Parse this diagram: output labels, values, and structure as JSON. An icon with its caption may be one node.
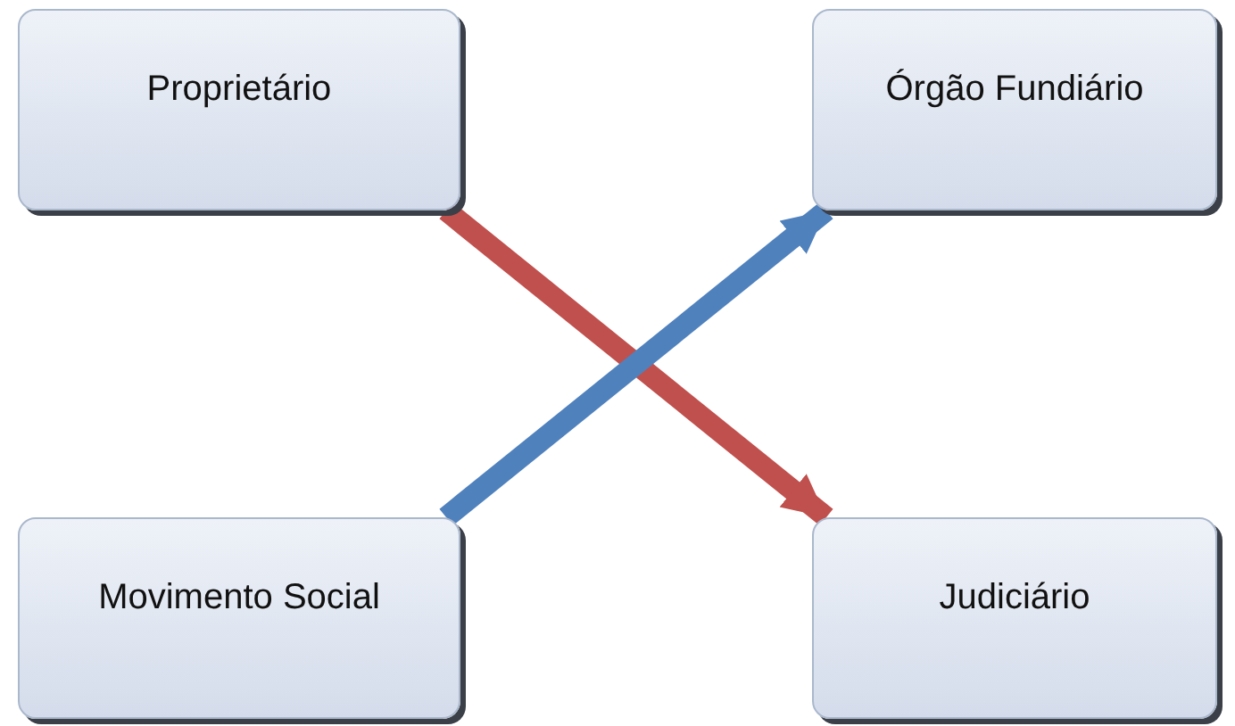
{
  "diagram": {
    "nodes": [
      {
        "text": [
          "Proprietário"
        ]
      },
      {
        "text": [
          "Órgão Fundiário"
        ]
      },
      {
        "text": [
          "Movimento Social"
        ]
      },
      {
        "text": [
          "Judiciário"
        ]
      }
    ],
    "edges": [
      {
        "from": 0,
        "to": 3,
        "arrow": "to",
        "color": "#c0504d"
      },
      {
        "from": 2,
        "to": 1,
        "arrow": "to",
        "color": "#4f81bd"
      }
    ]
  }
}
